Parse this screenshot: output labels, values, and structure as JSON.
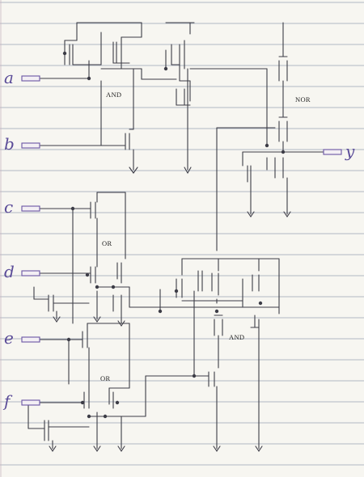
{
  "inputs": {
    "a": "a",
    "b": "b",
    "c": "c",
    "d": "d",
    "e": "e",
    "f": "f"
  },
  "output": {
    "y": "y"
  },
  "gates": {
    "and1": "AND",
    "nor": "NOR",
    "or1": "OR",
    "and2": "AND",
    "or2": "OR"
  },
  "colors": {
    "ink": "#3c3c46",
    "pen": "#5a4b98",
    "rule": "#9aa3b5",
    "paper": "#f7f6f1"
  },
  "icon": "transistor-symbol"
}
